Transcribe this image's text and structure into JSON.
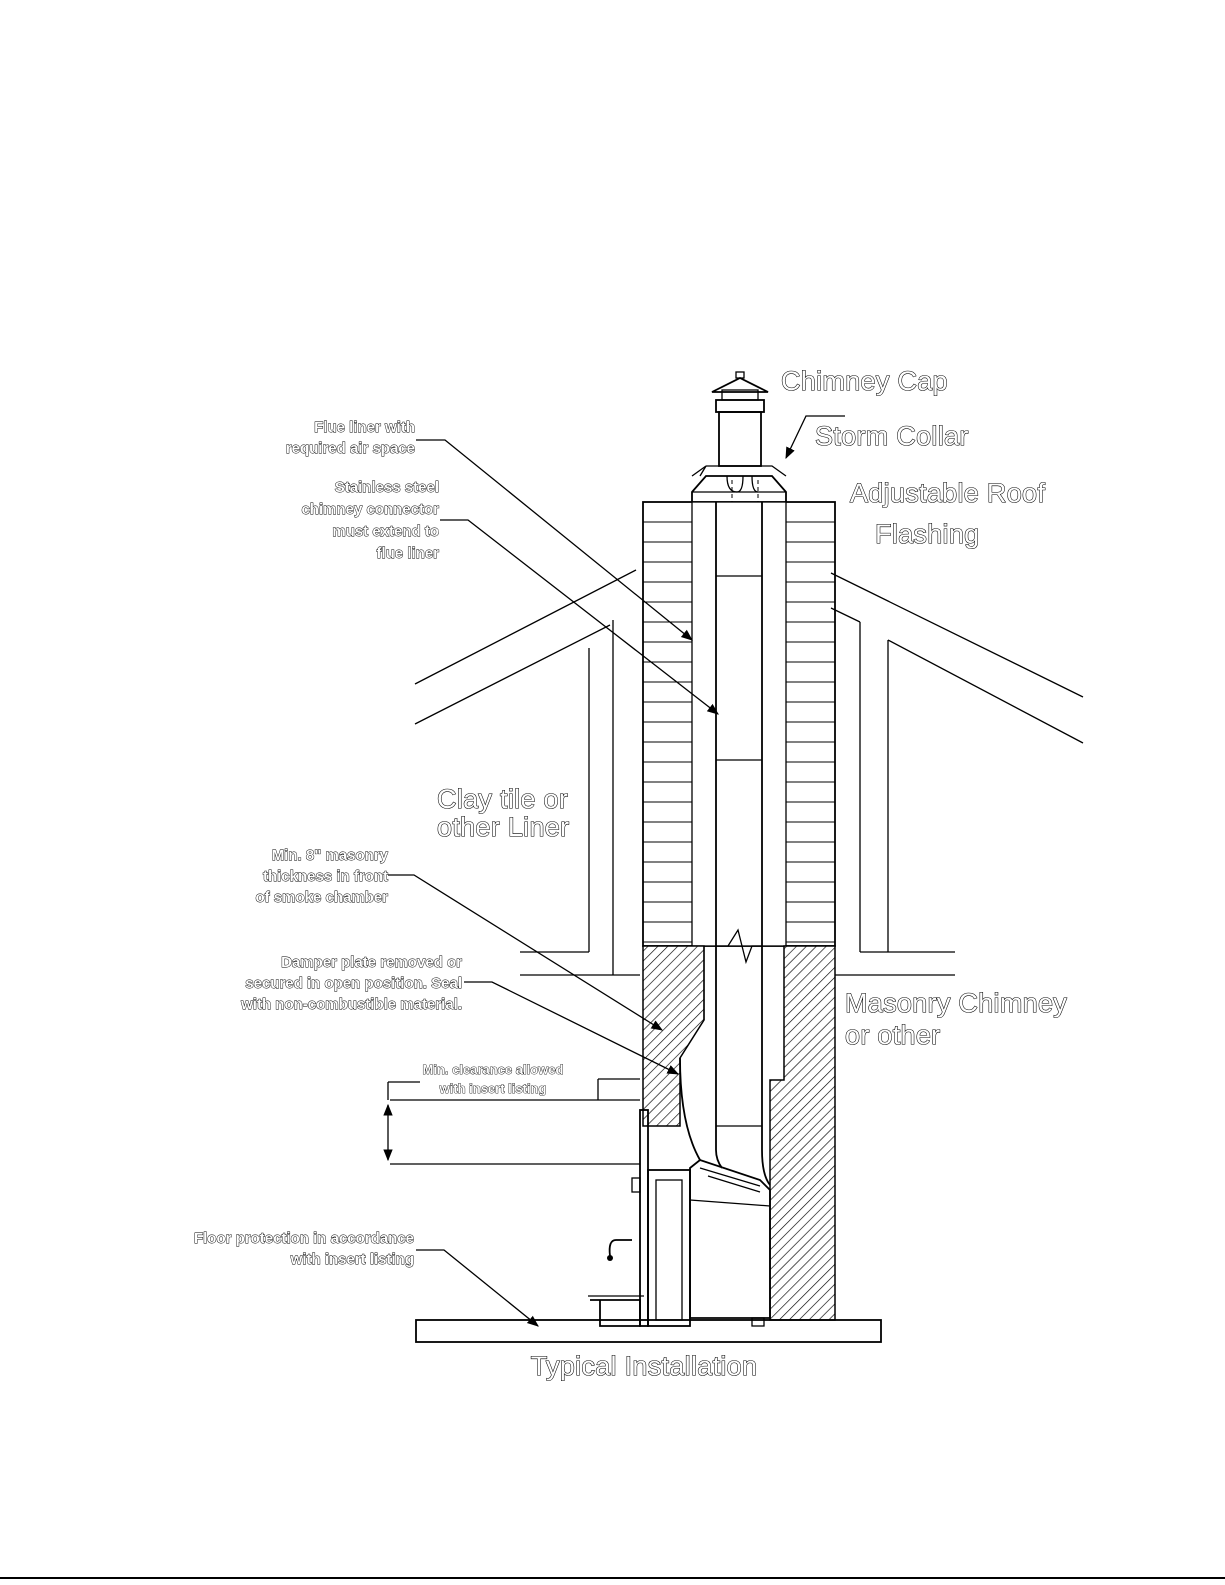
{
  "title": "Typical Installation",
  "labels": {
    "chimney_cap": "Chimney Cap",
    "storm_collar": "Storm Collar",
    "roof_flashing_1": "Adjustable Roof",
    "roof_flashing_2": "Flashing",
    "clay_tile_1": "Clay tile or",
    "clay_tile_2": "other Liner",
    "masonry_chimney_1": "Masonry Chimney",
    "masonry_chimney_2": "or other",
    "flue_liner_1": "Flue liner with",
    "flue_liner_2": "required air space",
    "connector_1": "Stainless steel",
    "connector_2": "chimney connector",
    "connector_3": "must extend to",
    "connector_4": "flue liner",
    "masonry_thickness_1": "Min. 8\" masonry",
    "masonry_thickness_2": "thickness in front",
    "masonry_thickness_3": "of smoke chamber",
    "damper_1": "Damper plate removed or",
    "damper_2": "secured in open position. Seal",
    "damper_3": "with non-combustible material.",
    "clearance_1": "Min. clearance allowed",
    "clearance_2": "with insert listing",
    "floor_1": "Floor protection in accordance",
    "floor_2": "with insert listing"
  }
}
